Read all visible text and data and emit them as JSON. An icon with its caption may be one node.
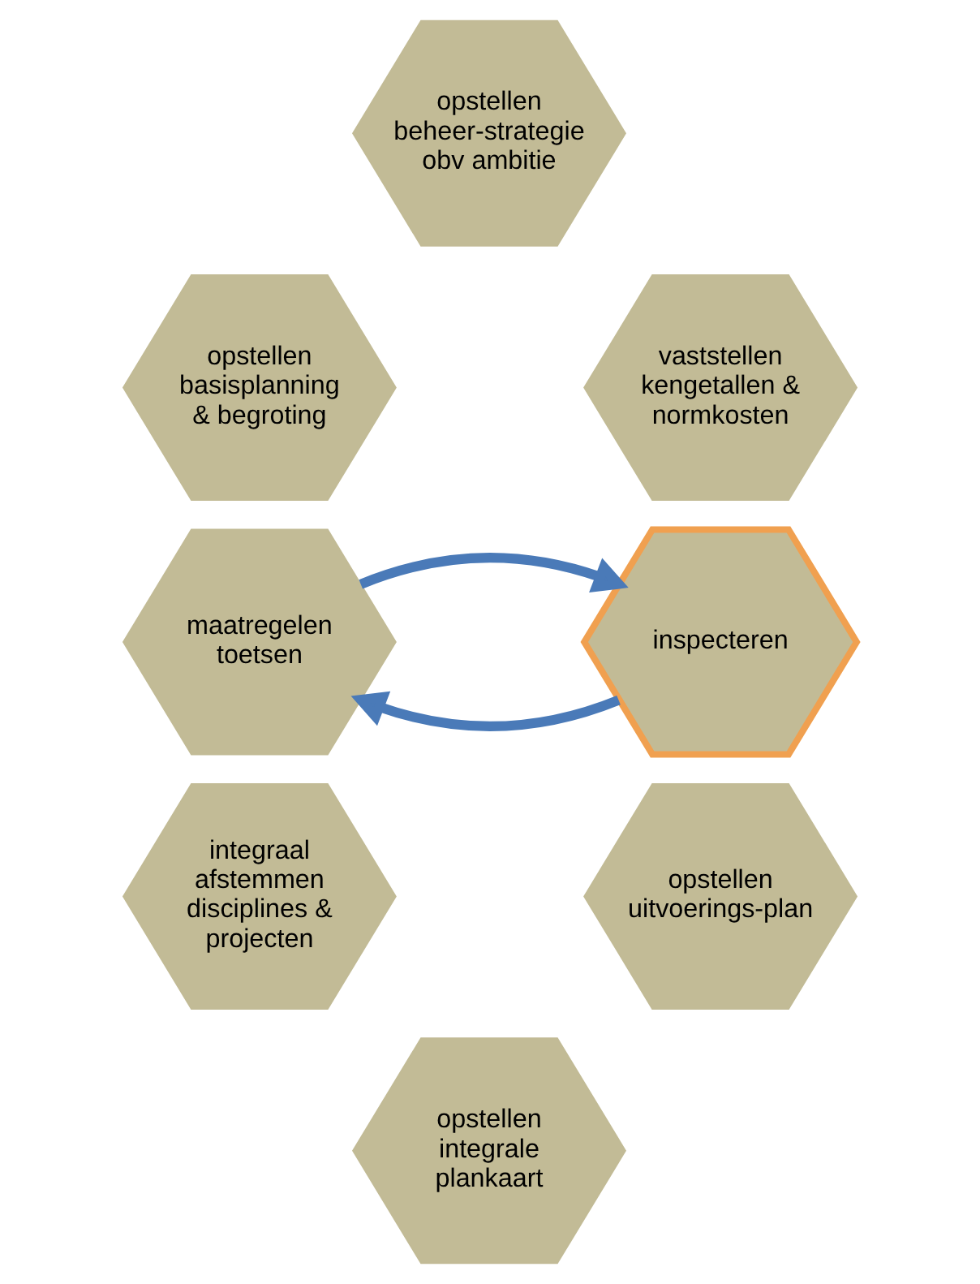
{
  "diagram": {
    "nodes": [
      {
        "text": [
          "opstellen beheer-strategie obv ambitie"
        ]
      },
      {
        "text": [
          "opstellen basisplanning & begroting"
        ]
      },
      {
        "text": [
          "vaststellen kengetallen & normkosten"
        ]
      },
      {
        "text": [
          "maatregelen toetsen"
        ]
      },
      {
        "text": [
          "inspecteren"
        ]
      },
      {
        "text": [
          "integraal afstemmen disciplines & projecten"
        ]
      },
      {
        "text": [
          "opstellen uitvoerings-plan"
        ]
      },
      {
        "text": [
          "opstellen integrale plankaart"
        ]
      }
    ],
    "edges": [
      {
        "from": 4,
        "to": 3,
        "arrow": "to"
      },
      {
        "from": 3,
        "to": 4,
        "arrow": "to"
      }
    ]
  }
}
